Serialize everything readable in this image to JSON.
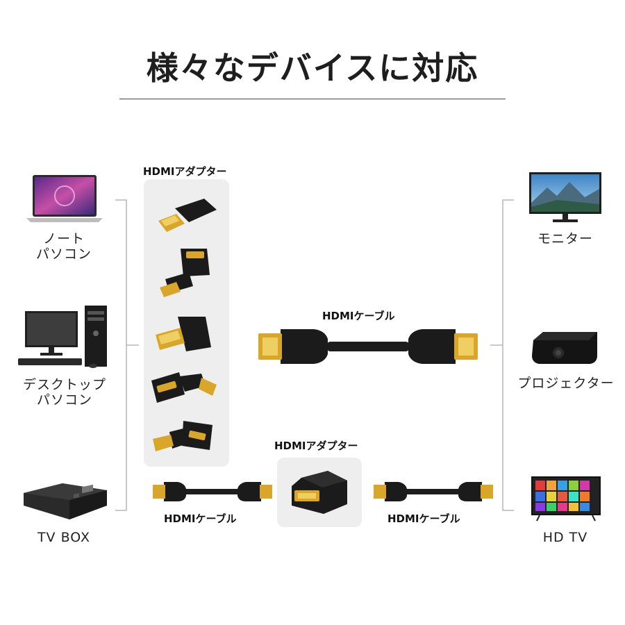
{
  "title": "様々なデバイスに対応",
  "left_devices": [
    {
      "icon": "laptop-icon",
      "label_line1": "ノート",
      "label_line2": "パソコン"
    },
    {
      "icon": "desktop-pc-icon",
      "label_line1": "デスクトップ",
      "label_line2": "パソコン"
    },
    {
      "icon": "tv-box-icon",
      "label_line1": "TV BOX",
      "label_line2": ""
    }
  ],
  "right_devices": [
    {
      "icon": "monitor-icon",
      "label": "モニター"
    },
    {
      "icon": "projector-icon",
      "label": "プロジェクター"
    },
    {
      "icon": "hd-tv-icon",
      "label": "HD TV"
    }
  ],
  "center": {
    "adapter_column_label": "HDMIアダプター",
    "main_cable_label": "HDMIケーブル",
    "coupler_label": "HDMIアダプター",
    "short_cable_left_label": "HDMIケーブル",
    "short_cable_right_label": "HDMIケーブル"
  },
  "colors": {
    "connector_body": "#1b1b1b",
    "gold_plug": "#d8a628",
    "panel": "#eeeeee",
    "bracket": "#b5b5b5"
  }
}
